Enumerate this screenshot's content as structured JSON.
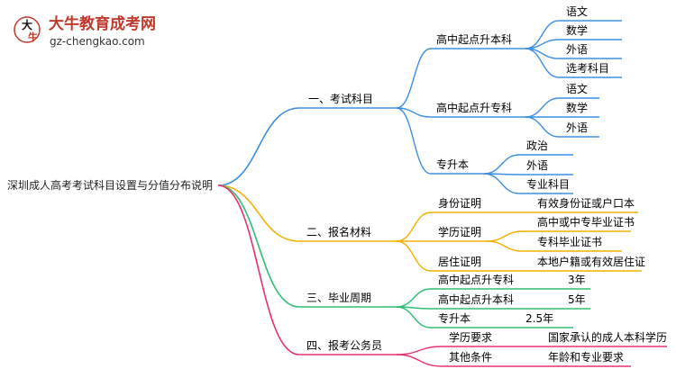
{
  "logo": {
    "title": "大牛教育成考网",
    "url": "gz-chengkao.com",
    "glyph_top": "大",
    "glyph_bottom": "牛",
    "brand_color": "#c0392b"
  },
  "colors": {
    "blue": "#3b8fe6",
    "orange": "#f2b100",
    "green": "#2fbf71",
    "pink": "#e8306e"
  },
  "root": {
    "label": "深圳成人高考考试科目设置与分值分布说明"
  },
  "branches": [
    {
      "label": "一、考试科目",
      "color": "blue",
      "children": [
        {
          "label": "高中起点升本科",
          "children": [
            {
              "label": "语文"
            },
            {
              "label": "数学"
            },
            {
              "label": "外语"
            },
            {
              "label": "选考科目"
            }
          ]
        },
        {
          "label": "高中起点升专科",
          "children": [
            {
              "label": "语文"
            },
            {
              "label": "数学"
            },
            {
              "label": "外语"
            }
          ]
        },
        {
          "label": "专升本",
          "children": [
            {
              "label": "政治"
            },
            {
              "label": "外语"
            },
            {
              "label": "专业科目"
            }
          ]
        }
      ]
    },
    {
      "label": "二、报名材料",
      "color": "orange",
      "children": [
        {
          "label": "身份证明",
          "children": [
            {
              "label": "有效身份证或户口本"
            }
          ]
        },
        {
          "label": "学历证明",
          "children": [
            {
              "label": "高中或中专毕业证书"
            },
            {
              "label": "专科毕业证书"
            }
          ]
        },
        {
          "label": "居住证明",
          "children": [
            {
              "label": "本地户籍或有效居住证"
            }
          ]
        }
      ]
    },
    {
      "label": "三、毕业周期",
      "color": "green",
      "children": [
        {
          "label": "高中起点升专科",
          "children": [
            {
              "label": "3年"
            }
          ]
        },
        {
          "label": "高中起点升本科",
          "children": [
            {
              "label": "5年"
            }
          ]
        },
        {
          "label": "专升本",
          "children": [
            {
              "label": "2.5年"
            }
          ]
        }
      ]
    },
    {
      "label": "四、报考公务员",
      "color": "pink",
      "children": [
        {
          "label": "学历要求",
          "children": [
            {
              "label": "国家承认的成人本科学历"
            }
          ]
        },
        {
          "label": "其他条件",
          "children": [
            {
              "label": "年龄和专业要求"
            }
          ]
        }
      ]
    }
  ]
}
